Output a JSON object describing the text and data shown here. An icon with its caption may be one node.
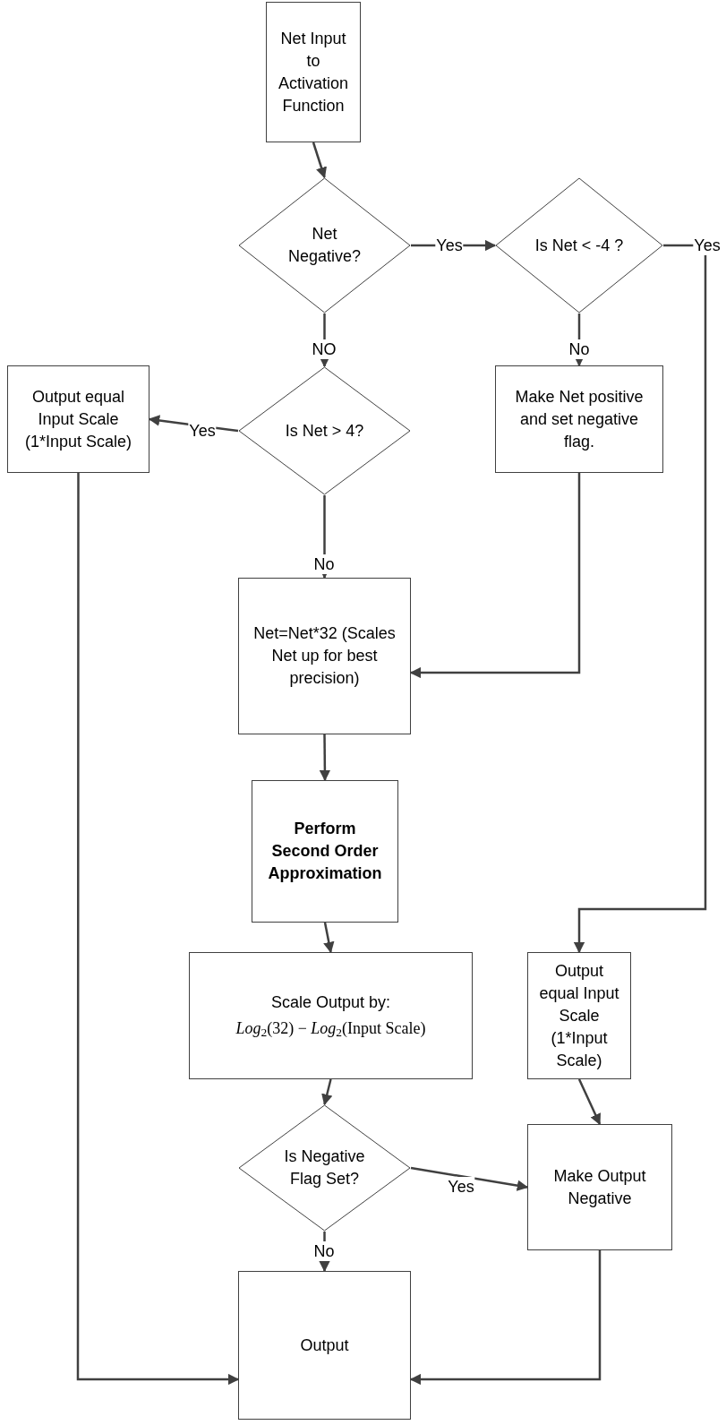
{
  "diagram": {
    "nodes": [
      {
        "text": [
          "Net Input to Activation Function"
        ]
      },
      {
        "text": [
          "Net Negative?"
        ]
      },
      {
        "text": [
          "Is Net < -4 ?"
        ]
      },
      {
        "text": [
          "Output equal Input Scale (1*Input Scale)"
        ]
      },
      {
        "text": [
          "Is Net > 4?"
        ]
      },
      {
        "text": [
          "Make Net positive and set negative flag."
        ]
      },
      {
        "text": [
          "Net=Net*32 (Scales Net up for best precision)"
        ]
      },
      {
        "text": [
          "Perform Second Order Approximation"
        ]
      },
      {
        "text": [
          "Scale Output by:",
          "*Log*$_{2}$(32) − *Log*$_{2}$(Input Scale)"
        ]
      },
      {
        "text": [
          "Output equal Input Scale (1*Input Scale)"
        ]
      },
      {
        "text": [
          "Is Negative Flag Set?"
        ]
      },
      {
        "text": [
          "Make Output Negative"
        ]
      },
      {
        "text": [
          "Output"
        ]
      }
    ],
    "edges": [
      {
        "from": 0,
        "to": 1,
        "arrow": "to"
      },
      {
        "from": 1,
        "to": 2,
        "arrow": "to",
        "label": "Yes"
      },
      {
        "from": 2,
        "to": 9,
        "arrow": "to",
        "label": "Yes"
      },
      {
        "from": 1,
        "to": 4,
        "arrow": "to",
        "label": "NO"
      },
      {
        "from": 2,
        "to": 5,
        "arrow": "to",
        "label": "No"
      },
      {
        "from": 4,
        "to": 3,
        "arrow": "to",
        "label": "Yes"
      },
      {
        "from": 4,
        "to": 6,
        "arrow": "to",
        "label": "No"
      },
      {
        "from": 5,
        "to": 6,
        "arrow": "to"
      },
      {
        "from": 6,
        "to": 7,
        "arrow": "to"
      },
      {
        "from": 7,
        "to": 8,
        "arrow": "to"
      },
      {
        "from": 8,
        "to": 10,
        "arrow": "to"
      },
      {
        "from": 9,
        "to": 11,
        "arrow": "to"
      },
      {
        "from": 10,
        "to": 11,
        "arrow": "to",
        "label": "Yes"
      },
      {
        "from": 10,
        "to": 12,
        "arrow": "to",
        "label": "No"
      },
      {
        "from": 3,
        "to": 12,
        "arrow": "to"
      },
      {
        "from": 11,
        "to": 12,
        "arrow": "to"
      }
    ]
  }
}
